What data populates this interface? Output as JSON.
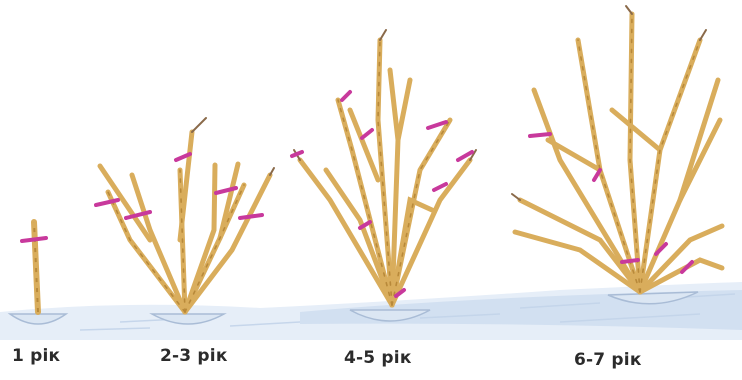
{
  "stages": [
    {
      "label": "1 рік"
    },
    {
      "label": "2-3 рік"
    },
    {
      "label": "4-5 рік"
    },
    {
      "label": "6-7 рік"
    }
  ],
  "colors": {
    "branch": "#d9ad5c",
    "branch_dark": "#b8893a",
    "branch_shadow": "#8a6a4a",
    "cut_mark": "#c8399c",
    "ground": "#b9cde6",
    "mound": "#dbe6f3",
    "label_text": "#2b2b2b"
  }
}
